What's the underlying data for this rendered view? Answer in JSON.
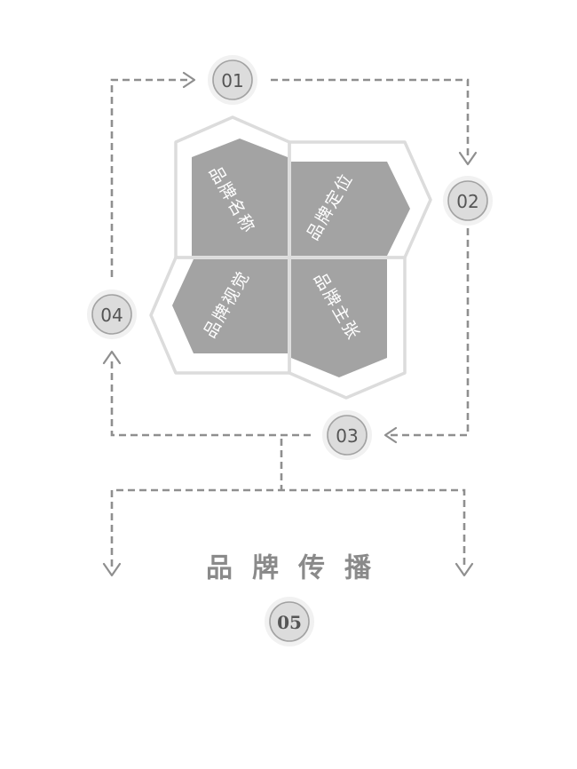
{
  "petals": {
    "top_left": "品牌名称",
    "top_right": "品牌定位",
    "bottom_left": "品牌视觉",
    "bottom_right": "品牌主张"
  },
  "badges": {
    "b01": "01",
    "b02": "02",
    "b03": "03",
    "b04": "04",
    "b05": "05"
  },
  "title": "品牌传播",
  "colors": {
    "petal": "#a3a3a3",
    "frame": "#dcdcdc",
    "line": "#8f8f8f",
    "title": "#8a8a8a"
  }
}
